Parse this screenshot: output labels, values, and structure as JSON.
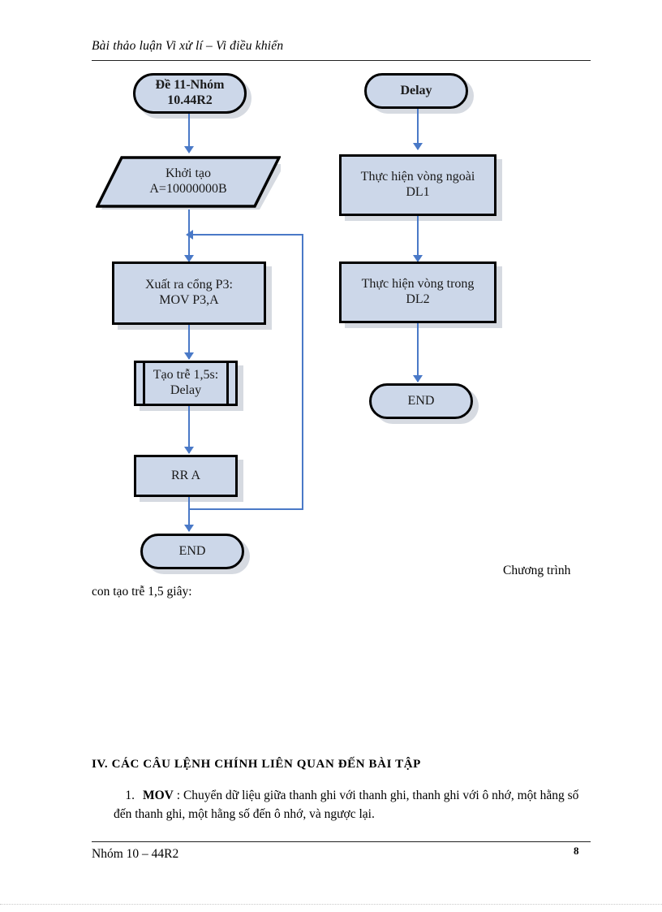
{
  "document": {
    "header": "Bài thảo luận Vi xử lí – Vi điều khiển",
    "footer_left": "Nhóm 10 – 44R2",
    "page_number": "8"
  },
  "flowchart": {
    "left_column": {
      "start": {
        "label": "Đề 11-Nhóm\n10.44R2",
        "shape": "terminator"
      },
      "init": {
        "label": "Khởi tạo\nA=10000000B",
        "shape": "data-parallelogram"
      },
      "output": {
        "label": "Xuất ra cổng P3:\nMOV P3,A",
        "shape": "process"
      },
      "delay_call": {
        "label": "Tạo trễ 1,5s:\nDelay",
        "shape": "predefined-process"
      },
      "rotate": {
        "label": "RR A",
        "shape": "process"
      },
      "end": {
        "label": "END",
        "shape": "terminator"
      }
    },
    "right_column": {
      "start": {
        "label": "Delay",
        "shape": "terminator"
      },
      "outer_loop": {
        "label": "Thực hiện vòng ngoài\nDL1",
        "shape": "process"
      },
      "inner_loop": {
        "label": "Thực hiện vòng trong\nDL2",
        "shape": "process"
      },
      "end": {
        "label": "END",
        "shape": "terminator"
      }
    },
    "colors": {
      "node_fill": "#ccd7e9",
      "node_border": "#000000",
      "connector": "#4a79c7",
      "shadow": "#d6dae1"
    }
  },
  "caption": {
    "right_fragment": "Chương trình",
    "left_fragment": "con tạo trễ 1,5 giây:"
  },
  "section": {
    "heading": "IV. CÁC CÂU LỆNH CHÍNH LIÊN QUAN ĐẾN BÀI TẬP",
    "items": [
      {
        "number": "1.",
        "keyword": "MOV",
        "text": " : Chuyển dữ liệu giữa thanh ghi với thanh ghi, thanh ghi với ô nhớ, một hằng số đến thanh ghi, một hằng số đến ô nhớ, và ngược lại."
      }
    ]
  }
}
